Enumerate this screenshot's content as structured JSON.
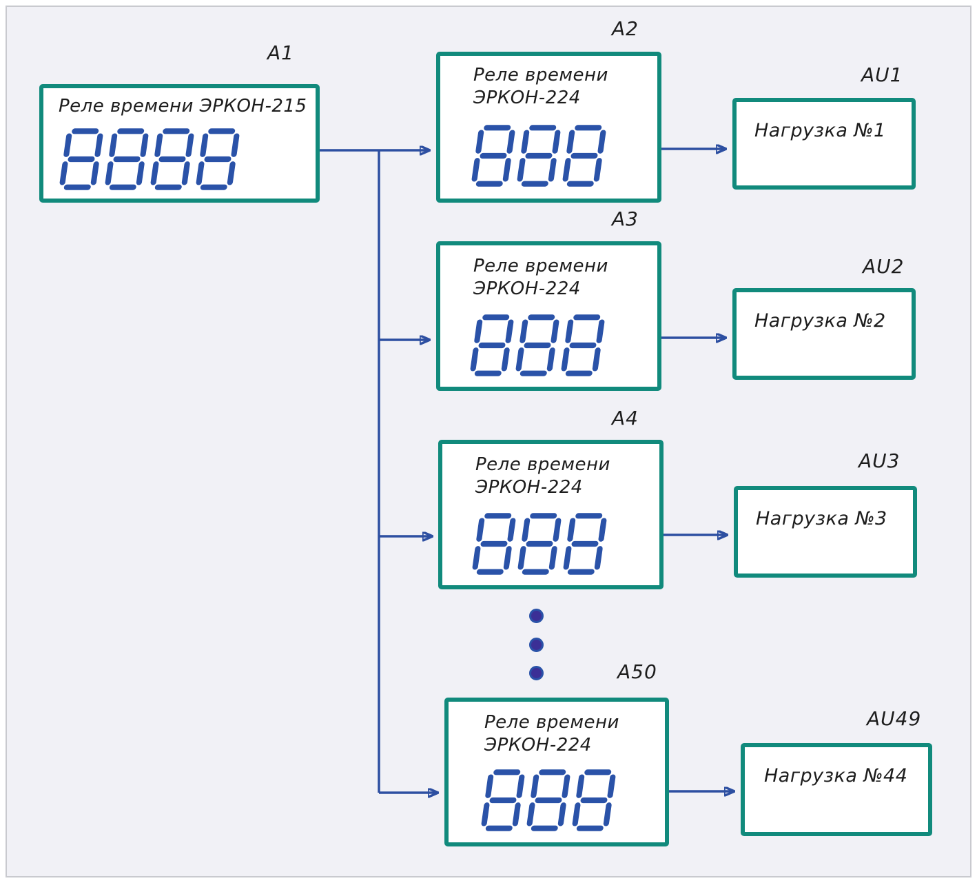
{
  "colors": {
    "box_border": "#118a7c",
    "wire": "#2d4fa1",
    "digit_segment": "#2a52a8",
    "panel_background": "#f1f1f6",
    "panel_border": "#c9cacf",
    "label_text": "#1d1d1d",
    "ellipsis_dot": "#3b2f96"
  },
  "master": {
    "ref": "A1",
    "title": "Реле времени ЭРКОН-215",
    "digits": "8888"
  },
  "relays": [
    {
      "ref": "A2",
      "title_line1": "Реле времени",
      "title_line2": "ЭРКОН-224",
      "digits": "888"
    },
    {
      "ref": "A3",
      "title_line1": "Реле времени",
      "title_line2": "ЭРКОН-224",
      "digits": "888"
    },
    {
      "ref": "A4",
      "title_line1": "Реле времени",
      "title_line2": "ЭРКОН-224",
      "digits": "888"
    },
    {
      "ref": "A50",
      "title_line1": "Реле времени",
      "title_line2": "ЭРКОН-224",
      "digits": "888"
    }
  ],
  "loads": [
    {
      "ref": "AU1",
      "text": "Нагрузка №1"
    },
    {
      "ref": "AU2",
      "text": "Нагрузка №2"
    },
    {
      "ref": "AU3",
      "text": "Нагрузка №3"
    },
    {
      "ref": "AU49",
      "text": "Нагрузка №44"
    }
  ],
  "ellipsis_dot_count": 3
}
